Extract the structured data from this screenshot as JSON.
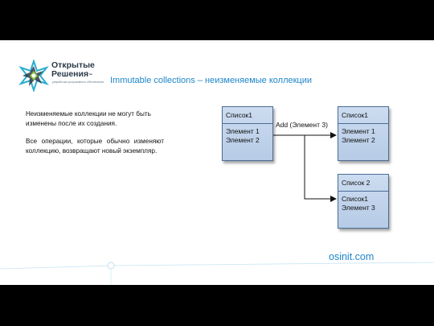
{
  "logo": {
    "title": "Открытые\nРешения",
    "trademark": "™",
    "subtitle": "разработка программного обеспечения"
  },
  "slide": {
    "title": "Immutable  collections – неизменяемые коллекции",
    "paragraph1": "Неизменяемые коллекции не могут быть изменены после их создания.",
    "paragraph2": "Все операции, которые обычно изменяют коллекцию, возвращают новый экземпляр.",
    "footer_url": "osinit.com"
  },
  "diagram": {
    "source": {
      "header": "Список1",
      "items": [
        "Элемент 1",
        "Элемент 2"
      ]
    },
    "result1": {
      "header": "Список1",
      "items": [
        "Элемент 1",
        "Элемент 2"
      ]
    },
    "result2": {
      "header": "Список 2",
      "items": [
        "Список1",
        "Элемент 3"
      ]
    },
    "edge_label": "Add (Элемент 3)"
  },
  "colors": {
    "accent": "#1e86c8",
    "box_fill": "#c4d6ee",
    "box_border": "#4c6c96",
    "logo_teal": "#2aaed0",
    "logo_green": "#8cc63f",
    "logo_navy": "#2b3a4a"
  }
}
